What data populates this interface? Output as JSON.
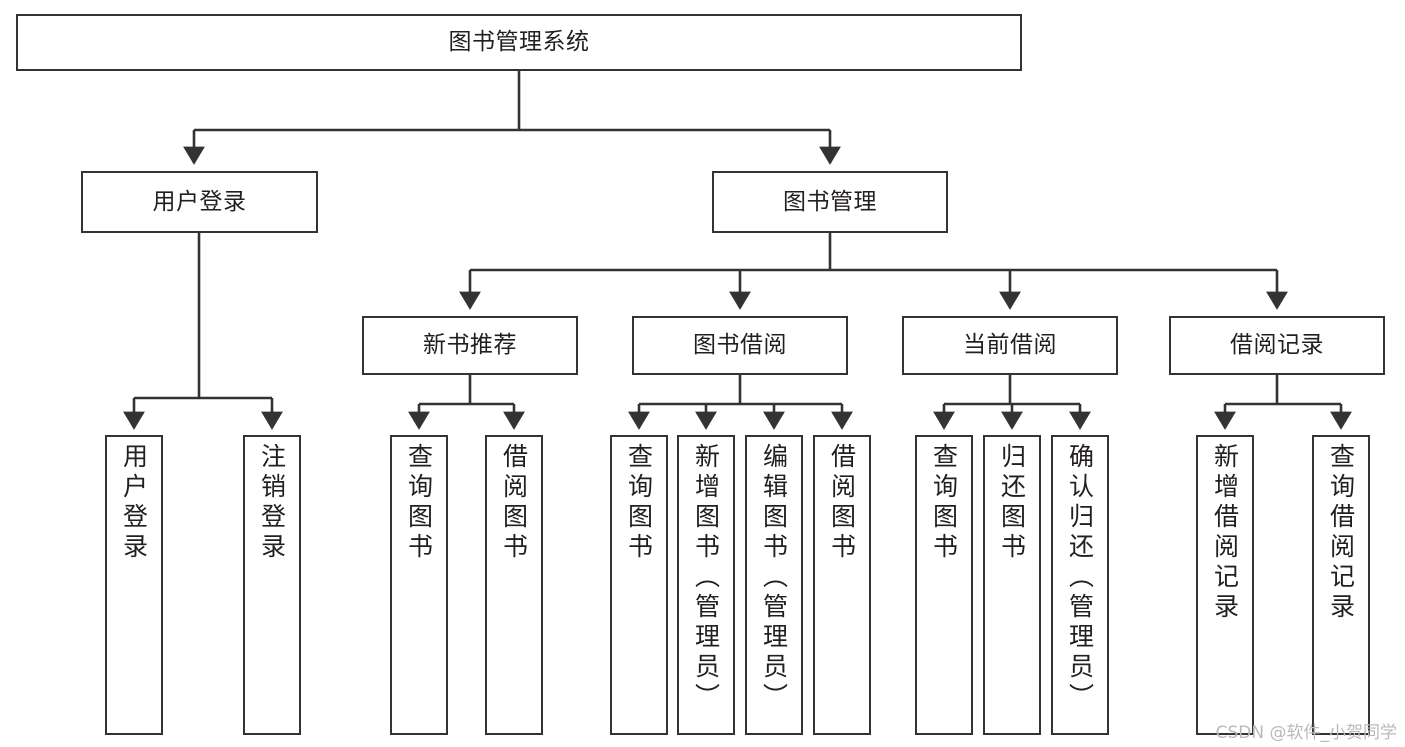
{
  "diagram": {
    "type": "tree-hierarchy",
    "title_node": {
      "id": "root",
      "label": "图书管理系统"
    },
    "level2": [
      {
        "id": "user-login",
        "label": "用户登录"
      },
      {
        "id": "book-manage",
        "label": "图书管理"
      }
    ],
    "level3": [
      {
        "id": "new-book-recommend",
        "label": "新书推荐"
      },
      {
        "id": "book-borrow",
        "label": "图书借阅"
      },
      {
        "id": "current-borrow",
        "label": "当前借阅"
      },
      {
        "id": "borrow-record",
        "label": "借阅记录"
      }
    ],
    "leaves": {
      "user_login": [
        {
          "id": "leaf-user-login",
          "label": "用户登录"
        },
        {
          "id": "leaf-logout-login",
          "label": "注销登录"
        }
      ],
      "new_book_recommend": [
        {
          "id": "leaf-query-book-1",
          "label": "查询图书"
        },
        {
          "id": "leaf-borrow-book-1",
          "label": "借阅图书"
        }
      ],
      "book_borrow": [
        {
          "id": "leaf-query-book-2",
          "label": "查询图书"
        },
        {
          "id": "leaf-add-book",
          "label": "新增图书（管理员）"
        },
        {
          "id": "leaf-edit-book",
          "label": "编辑图书（管理员）"
        },
        {
          "id": "leaf-borrow-book-2",
          "label": "借阅图书"
        }
      ],
      "current_borrow": [
        {
          "id": "leaf-query-book-3",
          "label": "查询图书"
        },
        {
          "id": "leaf-return-book",
          "label": "归还图书"
        },
        {
          "id": "leaf-confirm-return",
          "label": "确认归还（管理员）"
        }
      ],
      "borrow_record": [
        {
          "id": "leaf-add-record",
          "label": "新增借阅记录"
        },
        {
          "id": "leaf-query-record",
          "label": "查询借阅记录"
        }
      ]
    }
  },
  "watermark": {
    "text": "CSDN @软件_小贺同学"
  },
  "colors": {
    "stroke": "#333333",
    "text": "#231f20",
    "background": "#ffffff",
    "watermark": "#b9b9b9"
  }
}
